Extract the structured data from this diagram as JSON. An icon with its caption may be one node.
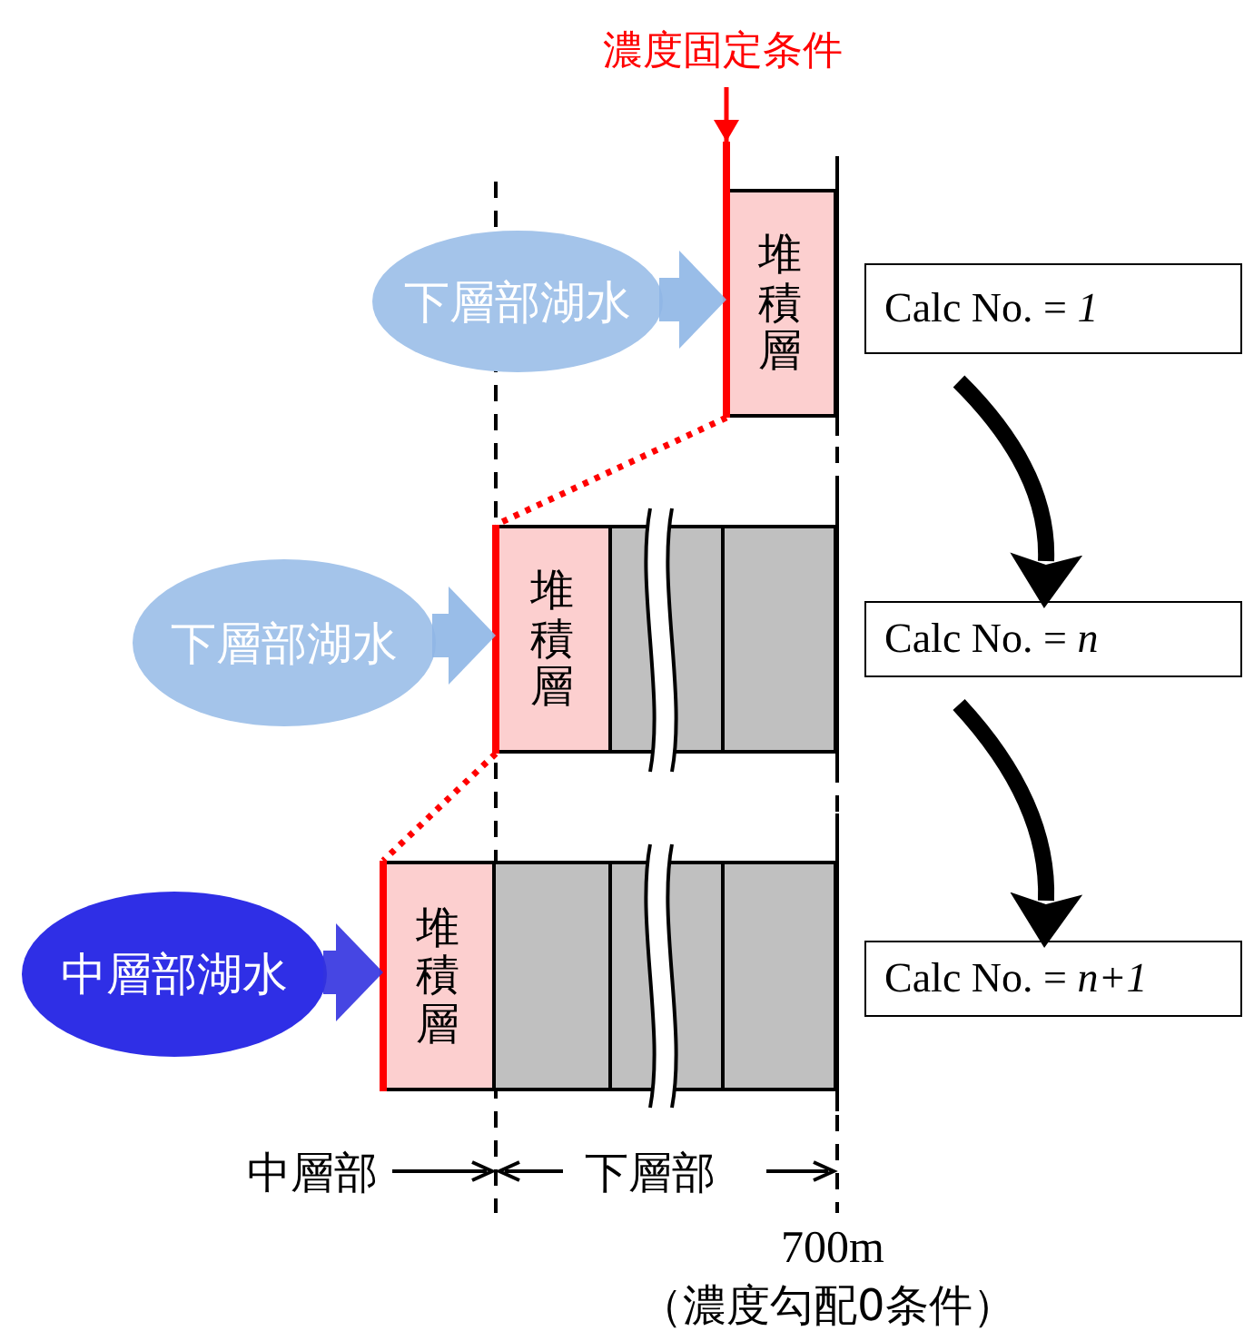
{
  "diagram": {
    "nodes": [
      {
        "text": [
          "濃度固定条件"
        ]
      },
      {
        "text": [
          "下層部湖水"
        ]
      },
      {
        "text": [],
        "shape": "bar"
      },
      {
        "text": [
          "堆積層"
        ]
      },
      {
        "text": [
          "Calc No. = *1*"
        ]
      },
      {
        "text": [
          "下層部湖水"
        ]
      },
      {
        "text": [],
        "shape": "bar"
      },
      {
        "text": [
          "堆積層"
        ]
      },
      {
        "text": [
          "Calc No. = *n*"
        ]
      },
      {
        "text": [
          "中層部湖水"
        ]
      },
      {
        "text": [],
        "shape": "bar"
      },
      {
        "text": [
          "堆積層"
        ]
      },
      {
        "text": [
          "Calc No. = *n+1*"
        ]
      }
    ],
    "edges": [
      {
        "from": 0,
        "to": 2,
        "arrow": "to",
        "color": "#ff0000"
      },
      {
        "from": 1,
        "to": 3,
        "arrow": "to",
        "style": "thick",
        "color": "#8fb6e6"
      },
      {
        "from": 2,
        "to": 6,
        "arrow": "none",
        "style": "dashed",
        "color": "#ff0000"
      },
      {
        "from": 4,
        "to": 8,
        "arrow": "to",
        "color": "#000000"
      },
      {
        "from": 5,
        "to": 7,
        "arrow": "to",
        "style": "thick",
        "color": "#8fb6e6"
      },
      {
        "from": 6,
        "to": 10,
        "arrow": "none",
        "style": "dashed",
        "color": "#ff0000"
      },
      {
        "from": 8,
        "to": 12,
        "arrow": "to",
        "color": "#000000"
      },
      {
        "from": 9,
        "to": 11,
        "arrow": "to",
        "style": "thick",
        "color": "#3333e0"
      }
    ],
    "labels": [
      "中層部",
      "下層部",
      "700m",
      "（濃度勾配0条件）"
    ]
  }
}
